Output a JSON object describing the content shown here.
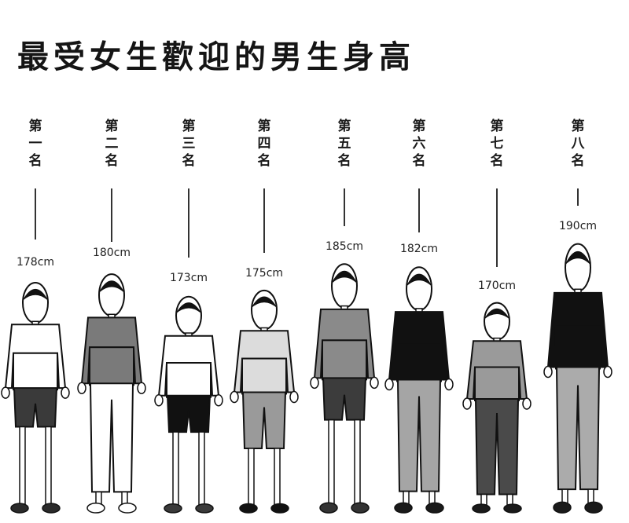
{
  "title": "最受女生歡迎的男生身高",
  "figures": [
    {
      "rank_chars": [
        "第",
        "一",
        "名"
      ],
      "height": "178cm",
      "top_color": "#ffffff",
      "bottom_color": "#3a3a3a",
      "shoe": "#2a2a2a"
    },
    {
      "rank_chars": [
        "第",
        "二",
        "名"
      ],
      "height": "180cm",
      "top_color": "#7a7a7a",
      "bottom_color": "#ffffff",
      "shoe": "#ffffff"
    },
    {
      "rank_chars": [
        "第",
        "三",
        "名"
      ],
      "height": "173cm",
      "top_color": "#ffffff",
      "bottom_color": "#111111",
      "shoe": "#3a3a3a"
    },
    {
      "rank_chars": [
        "第",
        "四",
        "名"
      ],
      "height": "175cm",
      "top_color": "#dcdcdc",
      "bottom_color": "#9a9a9a",
      "shoe": "#111111"
    },
    {
      "rank_chars": [
        "第",
        "五",
        "名"
      ],
      "height": "185cm",
      "top_color": "#8a8a8a",
      "bottom_color": "#3c3c3c",
      "shoe": "#333333"
    },
    {
      "rank_chars": [
        "第",
        "六",
        "名"
      ],
      "height": "182cm",
      "top_color": "#111111",
      "bottom_color": "#a5a5a5",
      "shoe": "#1a1a1a"
    },
    {
      "rank_chars": [
        "第",
        "七",
        "名"
      ],
      "height": "170cm",
      "top_color": "#9a9a9a",
      "bottom_color": "#4a4a4a",
      "shoe": "#1a1a1a"
    },
    {
      "rank_chars": [
        "第",
        "八",
        "名"
      ],
      "height": "190cm",
      "top_color": "#111111",
      "bottom_color": "#ababab",
      "shoe": "#1a1a1a"
    }
  ],
  "chart_data": {
    "type": "bar",
    "title": "最受女生歡迎的男生身高",
    "categories": [
      "第一名",
      "第二名",
      "第三名",
      "第四名",
      "第五名",
      "第六名",
      "第七名",
      "第八名"
    ],
    "values": [
      178,
      180,
      173,
      175,
      185,
      182,
      170,
      190
    ],
    "xlabel": "",
    "ylabel": "cm"
  }
}
